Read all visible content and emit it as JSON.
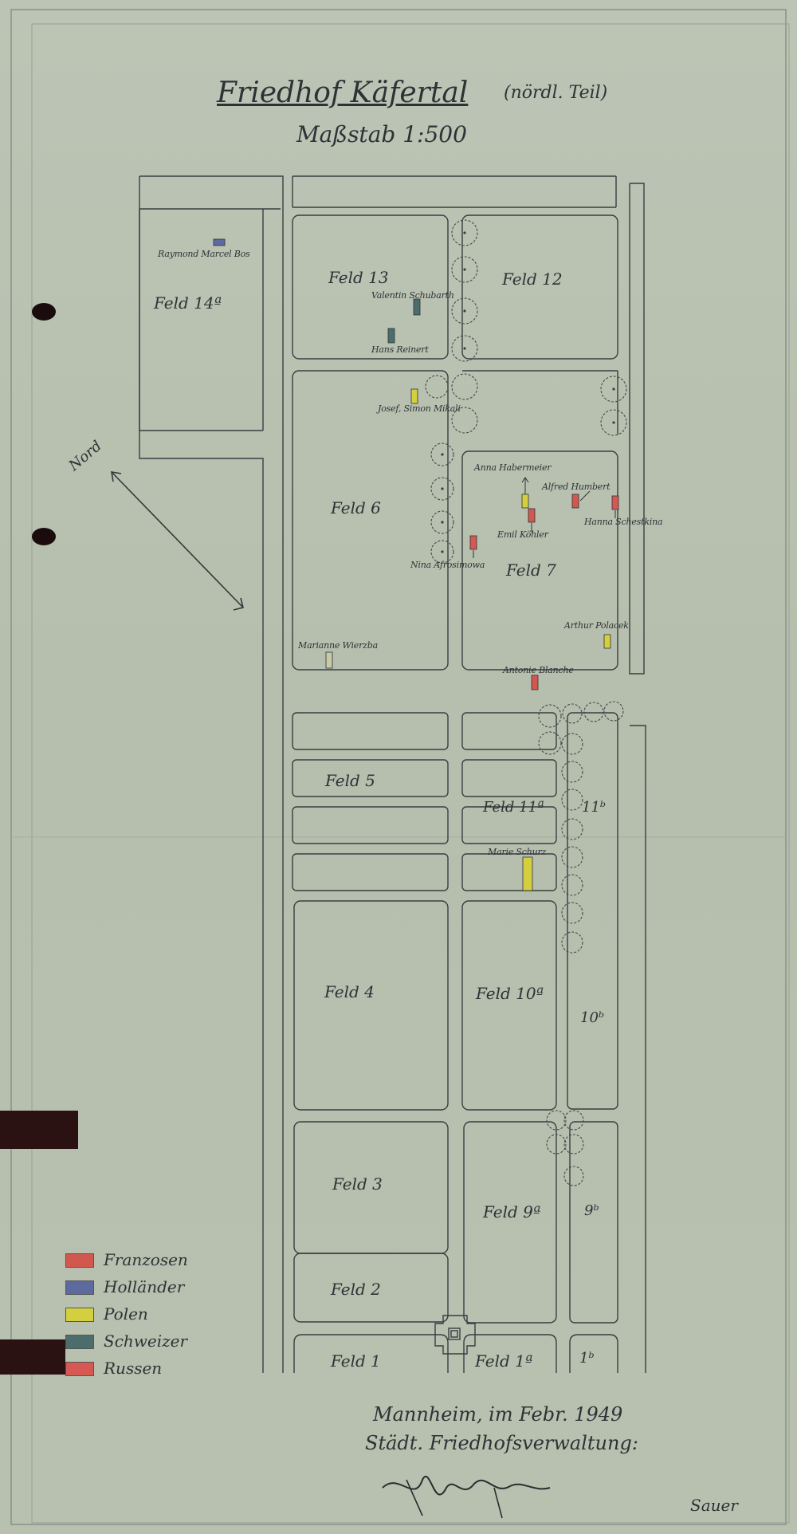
{
  "title": "Friedhof Käfertal",
  "title_sub": "(nördl. Teil)",
  "scale": "Maßstab 1:500",
  "north_label": "Nord",
  "fields": [
    {
      "id": "f14a",
      "label": "Feld 14ª"
    },
    {
      "id": "f13",
      "label": "Feld 13"
    },
    {
      "id": "f12",
      "label": "Feld 12"
    },
    {
      "id": "f6",
      "label": "Feld 6"
    },
    {
      "id": "f7",
      "label": "Feld 7"
    },
    {
      "id": "f5",
      "label": "Feld 5"
    },
    {
      "id": "f11a",
      "label": "Feld 11ª"
    },
    {
      "id": "f11b",
      "label": "11ᵇ"
    },
    {
      "id": "f4",
      "label": "Feld 4"
    },
    {
      "id": "f10a",
      "label": "Feld 10ª"
    },
    {
      "id": "f10b",
      "label": "10ᵇ"
    },
    {
      "id": "f3",
      "label": "Feld 3"
    },
    {
      "id": "f9a",
      "label": "Feld 9ª"
    },
    {
      "id": "f9b",
      "label": "9ᵇ"
    },
    {
      "id": "f2",
      "label": "Feld 2"
    },
    {
      "id": "f1",
      "label": "Feld 1"
    },
    {
      "id": "f1a",
      "label": "Feld 1ª"
    },
    {
      "id": "f1b",
      "label": "1ᵇ"
    }
  ],
  "graves": [
    {
      "name": "Raymond Marcel Bos",
      "group": "Holländer"
    },
    {
      "name": "Valentin Schubarth",
      "group": "Schweizer"
    },
    {
      "name": "Hans Reinert",
      "group": "Schweizer"
    },
    {
      "name": "Josef, Simon Mikali",
      "group": "Polen"
    },
    {
      "name": "Anna Habermeier",
      "group": "Polen"
    },
    {
      "name": "Alfred Humbert",
      "group": "Franzosen"
    },
    {
      "name": "Emil Köhler",
      "group": "Franzosen"
    },
    {
      "name": "Hanna Schestkina",
      "group": "Russen"
    },
    {
      "name": "Nina Afrosimowa",
      "group": "Russen"
    },
    {
      "name": "Arthur Polacek",
      "group": "Polen"
    },
    {
      "name": "Marianne Wierzba",
      "group": "Polen"
    },
    {
      "name": "Antonie Blanche",
      "group": "Franzosen"
    },
    {
      "name": "Marie Schurz",
      "group": "Polen"
    }
  ],
  "legend": [
    {
      "label": "Franzosen",
      "color": "#d2584f"
    },
    {
      "label": "Holländer",
      "color": "#5d6aa0"
    },
    {
      "label": "Polen",
      "color": "#d4cf3e"
    },
    {
      "label": "Schweizer",
      "color": "#4d6d6c"
    },
    {
      "label": "Russen",
      "color": "#d65852"
    }
  ],
  "footer": {
    "place_date": "Mannheim, im Febr. 1949",
    "office": "Städt. Friedhofsverwaltung:",
    "initials": "Sauer"
  }
}
